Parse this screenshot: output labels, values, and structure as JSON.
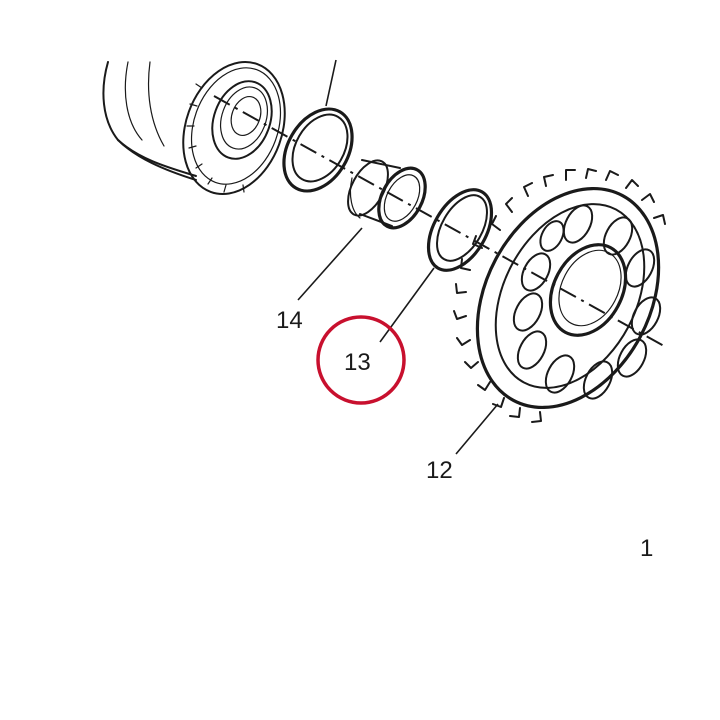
{
  "callouts": {
    "part_14": "14",
    "part_13": "13",
    "part_12": "12",
    "part_11_partial": "1"
  },
  "highlight": {
    "target": "13",
    "color": "#c8102e"
  },
  "colors": {
    "line": "#1a1a1a",
    "background": "#ffffff"
  }
}
